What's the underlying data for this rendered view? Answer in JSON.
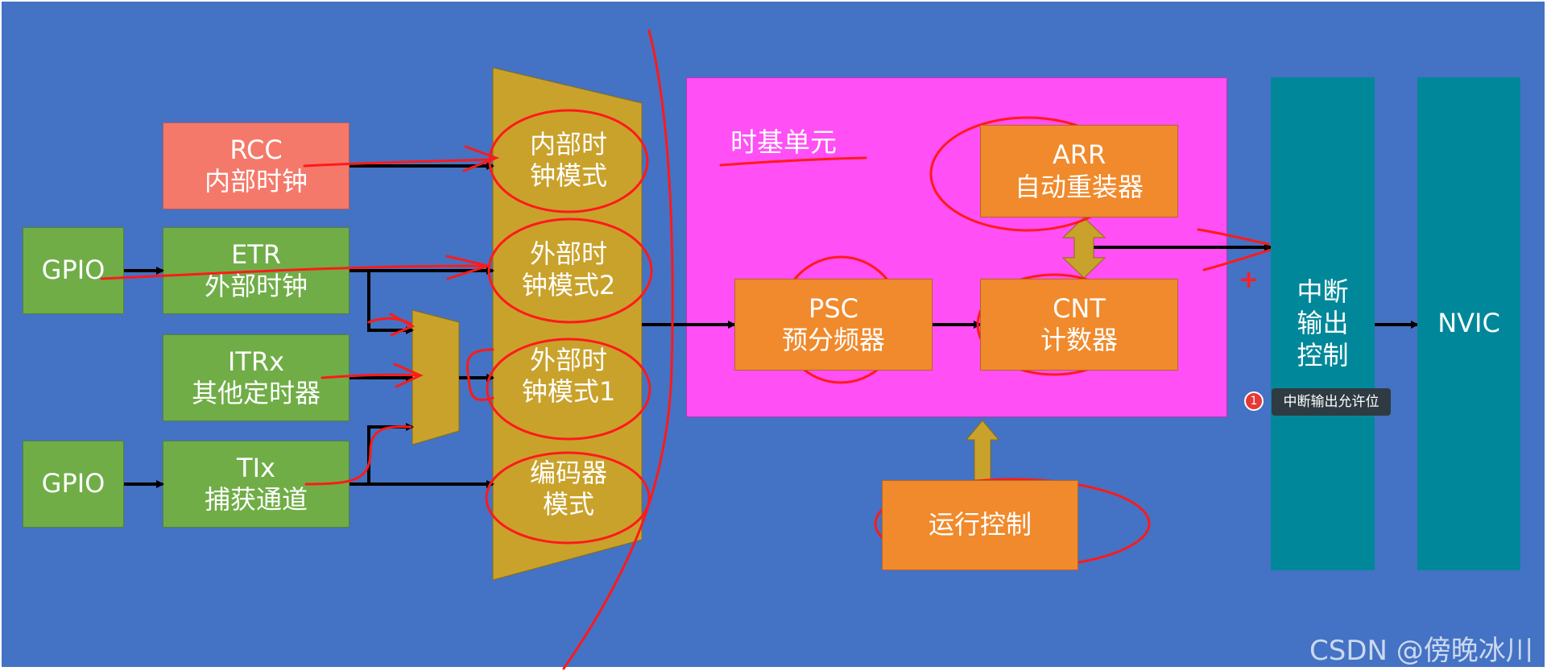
{
  "diagram": {
    "rcc": [
      "RCC",
      "内部时钟"
    ],
    "gpio_top": "GPIO",
    "etr": [
      "ETR",
      "外部时钟"
    ],
    "itrx": [
      "ITRx",
      "其他定时器"
    ],
    "gpio_bottom": "GPIO",
    "tix": [
      "TIx",
      "捕获通道"
    ],
    "modes": [
      [
        "内部时",
        "钟模式"
      ],
      [
        "外部时",
        "钟模式2"
      ],
      [
        "外部时",
        "钟模式1"
      ],
      [
        "编码器",
        "模式"
      ]
    ],
    "timebase_title": "时基单元",
    "arr": [
      "ARR",
      "自动重装器"
    ],
    "psc": [
      "PSC",
      "预分频器"
    ],
    "cnt": [
      "CNT",
      "计数器"
    ],
    "run_control": "运行控制",
    "plus_sign": "+",
    "interrupt": [
      "中断",
      "输出",
      "控制"
    ],
    "nvic": "NVIC",
    "tooltip": {
      "badge": "1",
      "text": "中断输出允许位"
    },
    "watermark": "CSDN @傍晚冰川"
  },
  "colors": {
    "background": "#4472c4",
    "green_box": "#70ad47",
    "rcc_box": "#f4796b",
    "orange_box": "#f08a2c",
    "timebase_panel": "#ff4ff5",
    "mode_selector": "#c9a22c",
    "teal_box": "#00889a",
    "annotation": "#ff0000"
  }
}
